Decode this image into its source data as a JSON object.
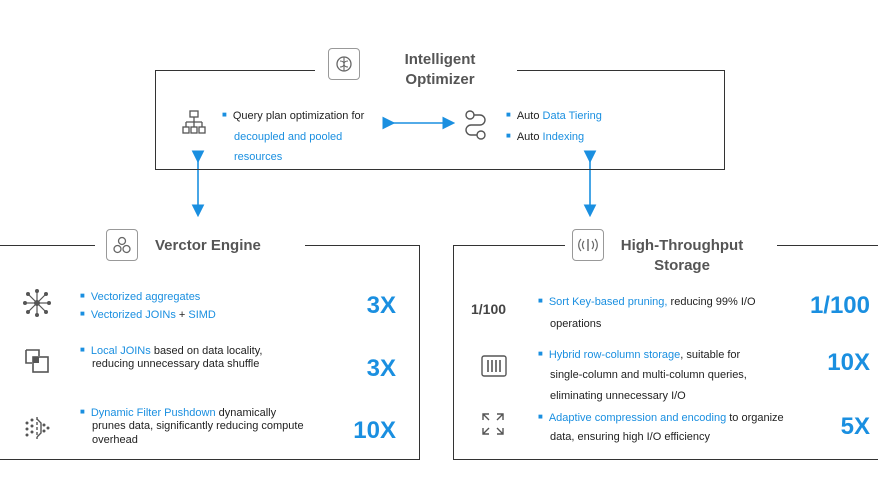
{
  "optimizer": {
    "title_line1": "Intelligent",
    "title_line2": "Optimizer",
    "title_icon": "brain-icon",
    "left_icon": "hierarchy-icon",
    "right_icon": "route-icon",
    "left_line1": "Query plan optimization for",
    "left_line2": "decoupled and pooled",
    "left_line3": "resources",
    "right_item1_prefix": "Auto ",
    "right_item1_highlight": "Data Tiering",
    "right_item2_prefix": "Auto ",
    "right_item2_highlight": "Indexing"
  },
  "engine": {
    "title": "Verctor Engine",
    "title_icon": "cubes-icon",
    "row1": {
      "icon": "network-icon",
      "item1": "Vectorized aggregates",
      "item2_highlight_a": "Vectorized JOINs",
      "item2_plain": " + ",
      "item2_highlight_b": "SIMD",
      "multiplier": "3X"
    },
    "row2": {
      "icon": "overlap-squares-icon",
      "line1_highlight": "Local JOINs",
      "line1_plain": " based on data locality,",
      "line2": "reducing unnecessary data shuffle",
      "multiplier": "3X"
    },
    "row3": {
      "icon": "filter-dots-icon",
      "line1_highlight": "Dynamic Filter Pushdown",
      "line1_plain": " dynamically",
      "line2": "prunes data, significantly reducing compute",
      "line3": "overhead",
      "multiplier": "10X"
    }
  },
  "storage": {
    "title_line1": "High-Throughput",
    "title_line2": "Storage",
    "title_icon": "signal-icon",
    "row1": {
      "label": "1/100",
      "line1_highlight": "Sort Key-based pruning,",
      "line1_plain": "  reducing 99% I/O",
      "line2": "operations",
      "multiplier": "1/100"
    },
    "row2": {
      "icon": "columns-icon",
      "line1_highlight": "Hybrid row-column storage",
      "line1_plain": ", suitable for",
      "line2": "single-column and multi-column queries,",
      "line3": "eliminating unnecessary I/O",
      "multiplier": "10X"
    },
    "row3": {
      "icon": "compress-icon",
      "line1_highlight": "Adaptive compression and encoding",
      "line1_plain": " to organize",
      "line2": "data, ensuring high I/O efficiency",
      "multiplier": "5X"
    }
  },
  "colors": {
    "accent": "#1a8fe0",
    "border": "#333333",
    "text": "#222222"
  }
}
